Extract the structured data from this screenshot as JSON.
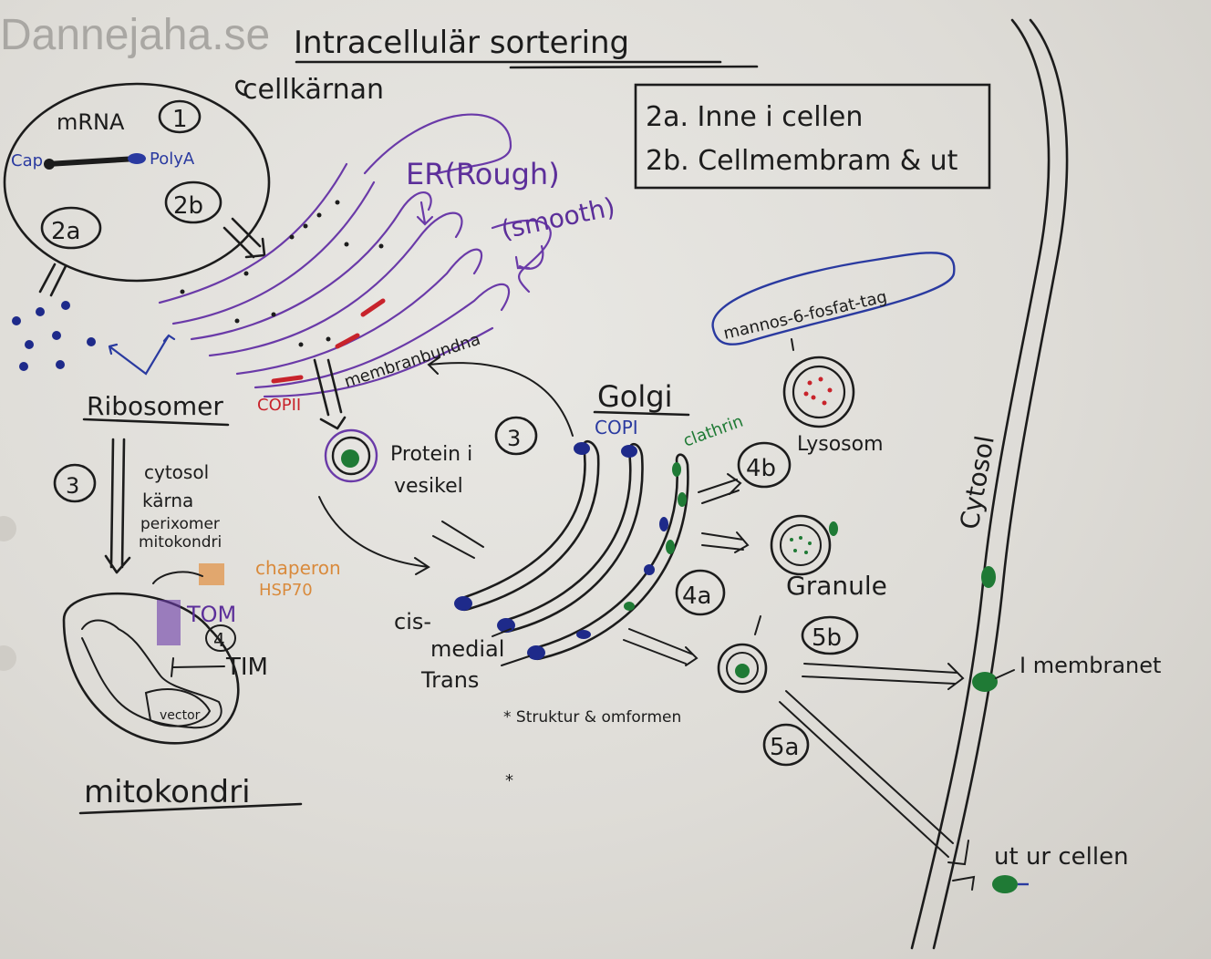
{
  "watermark": "Dannejaha.se",
  "title": "Intracellulär sortering",
  "legend": {
    "line1": "2a. Inne i cellen",
    "line2": "2b. Cellmembram & ut"
  },
  "nucleus": {
    "label": "cellkärnan",
    "mrna": "mRNA",
    "cap": "Cap",
    "polya": "PolyA",
    "step1": "1",
    "step2a": "2a",
    "step2b": "2b"
  },
  "er": {
    "rough": "ER(Rough)",
    "smooth": "(smooth)",
    "membranbundna": "membranbundna",
    "copii": "COPII"
  },
  "ribosomer": "Ribosomer",
  "vesicle": {
    "line1": "Protein i",
    "line2": "vesikel",
    "step3": "3"
  },
  "cytosol_list": {
    "step3": "3",
    "l1": "cytosol",
    "l2": "kärna",
    "l3": "perixomer",
    "l4": "mitokondri"
  },
  "chaperon": {
    "line1": "chaperon",
    "line2": "HSP70"
  },
  "mito": {
    "tom": "TOM",
    "tim": "TIM",
    "step4": "4",
    "vector": "vector",
    "title": "mitokondri"
  },
  "golgi": {
    "title": "Golgi",
    "copi": "COPI",
    "clathrin": "clathrin",
    "cis": "cis-",
    "medial": "medial",
    "trans": "Trans"
  },
  "note": "* Struktur & omformen",
  "note2": "*",
  "mannos_tag": "mannos-6-fosfat-tag",
  "lysosom": "Lysosom",
  "granule": "Granule",
  "steps": {
    "s4a": "4a",
    "s4b": "4b",
    "s5a": "5a",
    "s5b": "5b"
  },
  "cytosol_side": "Cytosol",
  "i_membranet": "I membranet",
  "ut_ur_cellen": "ut ur cellen"
}
